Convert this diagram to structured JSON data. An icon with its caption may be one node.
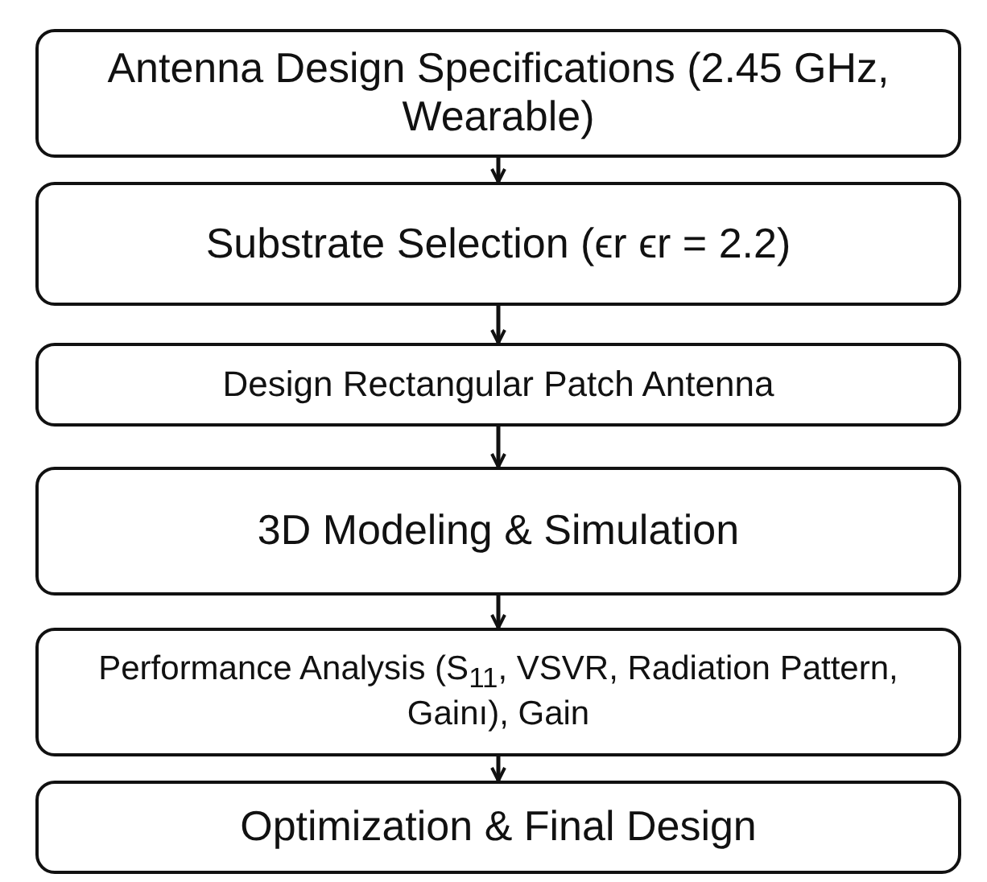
{
  "diagram": {
    "nodes": [
      {
        "text": [
          "Antenna Design Specifications (2.45 GHz, Wearable)"
        ]
      },
      {
        "text": [
          "Substrate Selection (ϵr ϵr = 2.2)"
        ]
      },
      {
        "text": [
          "Design Rectangular Patch Antenna"
        ]
      },
      {
        "text": [
          "3D Modeling & Simulation"
        ]
      },
      {
        "text": [
          "Performance Analysis (S$_{11}$, VSVR, Radiation Pattern, Gainı), Gain"
        ]
      },
      {
        "text": [
          "Optimization & Final Design"
        ]
      }
    ],
    "edges": [
      {
        "from": 0,
        "to": 1,
        "arrow": "to"
      },
      {
        "from": 1,
        "to": 2,
        "arrow": "to"
      },
      {
        "from": 2,
        "to": 3,
        "arrow": "to"
      },
      {
        "from": 3,
        "to": 4,
        "arrow": "to"
      },
      {
        "from": 4,
        "to": 5,
        "arrow": "to"
      }
    ]
  }
}
